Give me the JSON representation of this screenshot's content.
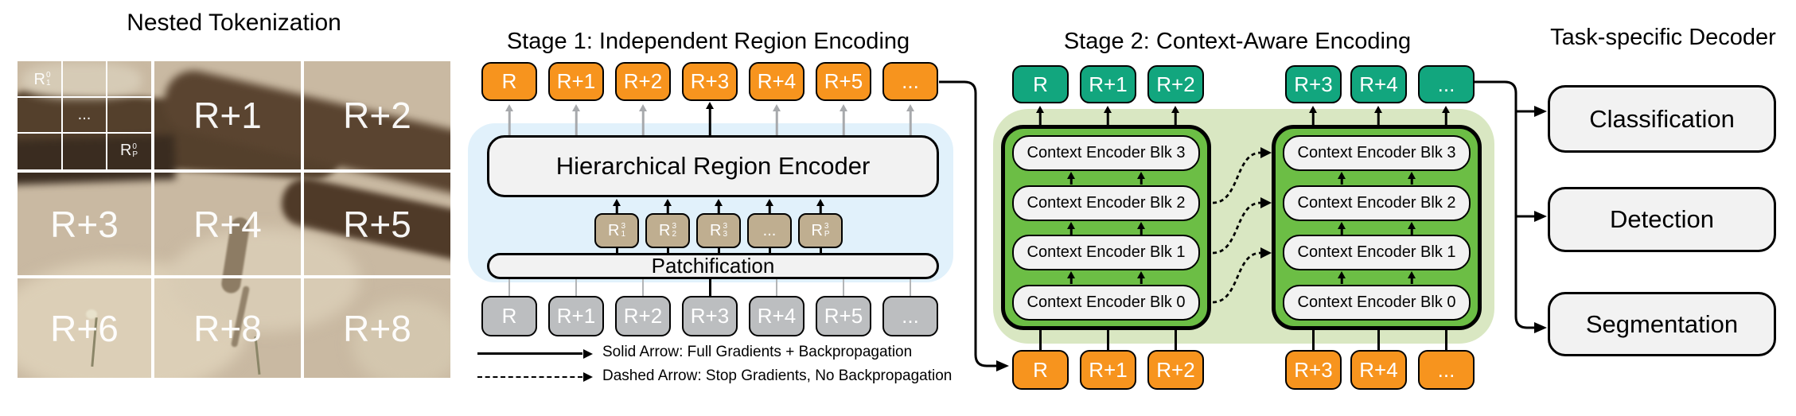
{
  "colors": {
    "accent_orange": "#F7941E",
    "accent_teal": "#12A67E",
    "container_green": "#6CBE45",
    "stage2_bg": "#D9E7C2",
    "stage1_bg": "#E1F1FB",
    "token_gray": "#BCBEC0",
    "token_tan": "#BFAE90",
    "box_fill": "#F2F2F2"
  },
  "nested": {
    "title": "Nested Tokenization",
    "sub_first": {
      "base": "R",
      "sup": "0",
      "sub": "1"
    },
    "sub_dots": "...",
    "sub_last": {
      "base": "R",
      "sup": "0",
      "sub": "P"
    },
    "cells": [
      "R+1",
      "R+2",
      "R+3",
      "R+4",
      "R+5",
      "R+6",
      "R+8",
      "R+8"
    ]
  },
  "stage1": {
    "title": "Stage 1: Independent Region Encoding",
    "output_tokens": [
      "R",
      "R+1",
      "R+2",
      "R+3",
      "R+4",
      "R+5",
      "..."
    ],
    "encoder_label": "Hierarchical Region Encoder",
    "patch_tokens": [
      {
        "base": "R",
        "sup": "3",
        "sub": "1"
      },
      {
        "base": "R",
        "sup": "3",
        "sub": "2"
      },
      {
        "base": "R",
        "sup": "3",
        "sub": "3"
      },
      {
        "dots": "..."
      },
      {
        "base": "R",
        "sup": "3",
        "sub": "P"
      }
    ],
    "patchify_label": "Patchification",
    "input_tokens": [
      "R",
      "R+1",
      "R+2",
      "R+3",
      "R+4",
      "R+5",
      "..."
    ],
    "legend": {
      "solid": "Solid Arrow: Full Gradients + Backpropagation",
      "dashed": "Dashed Arrow: Stop Gradients, No Backpropagation"
    }
  },
  "stage2": {
    "title": "Stage 2: Context-Aware Encoding",
    "left_output_tokens": [
      "R",
      "R+1",
      "R+2"
    ],
    "right_output_tokens": [
      "R+3",
      "R+4",
      "..."
    ],
    "left_blocks": [
      "Context Encoder Blk 3",
      "Context Encoder Blk 2",
      "Context Encoder Blk 1",
      "Context Encoder Blk 0"
    ],
    "right_blocks": [
      "Context Encoder Blk 3",
      "Context Encoder Blk 2",
      "Context Encoder Blk 1",
      "Context Encoder Blk 0"
    ],
    "left_input_tokens": [
      "R",
      "R+1",
      "R+2"
    ],
    "right_input_tokens": [
      "R+3",
      "R+4",
      "..."
    ]
  },
  "decoder": {
    "title": "Task-specific Decoder",
    "boxes": [
      "Classification",
      "Detection",
      "Segmentation"
    ]
  }
}
